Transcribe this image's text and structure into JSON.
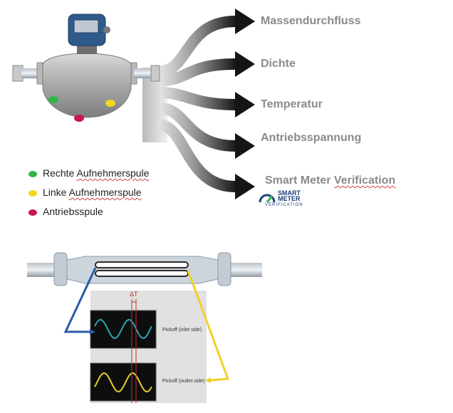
{
  "outputs": [
    {
      "label": "Massendurchfluss"
    },
    {
      "label": "Dichte"
    },
    {
      "label": "Temperatur"
    },
    {
      "label": "Antriebsspannung"
    },
    {
      "label_plain": "Smart Meter ",
      "label_underlined": "Verification"
    }
  ],
  "legend": [
    {
      "text_plain": "Rechte ",
      "text_underlined": "Aufnehmerspule",
      "color": "#2fb54a"
    },
    {
      "text_plain": "Linke ",
      "text_underlined": "Aufnehmerspule",
      "color": "#f2d821"
    },
    {
      "text_plain": "Antriebsspule",
      "text_underlined": "",
      "color": "#c8174a"
    }
  ],
  "smv_logo": {
    "line1": "SMART",
    "line2": "METER",
    "line3": "VERIFICATION"
  },
  "diagram": {
    "delta_t": "ΔT",
    "pickoff_inlet": "Pickoff (inlet side)",
    "pickoff_outlet": "Pickoff (outlet side)",
    "inlet_wave_color": "#2aa5b8",
    "outlet_wave_color": "#e5cf2a",
    "left_arrow_color": "#2a5aa8",
    "right_arrow_color": "#f0d02a"
  },
  "colors": {
    "label": "#8a8a8a",
    "arrow_dark": "#151515",
    "arrow_light": "#dcdcdc"
  }
}
